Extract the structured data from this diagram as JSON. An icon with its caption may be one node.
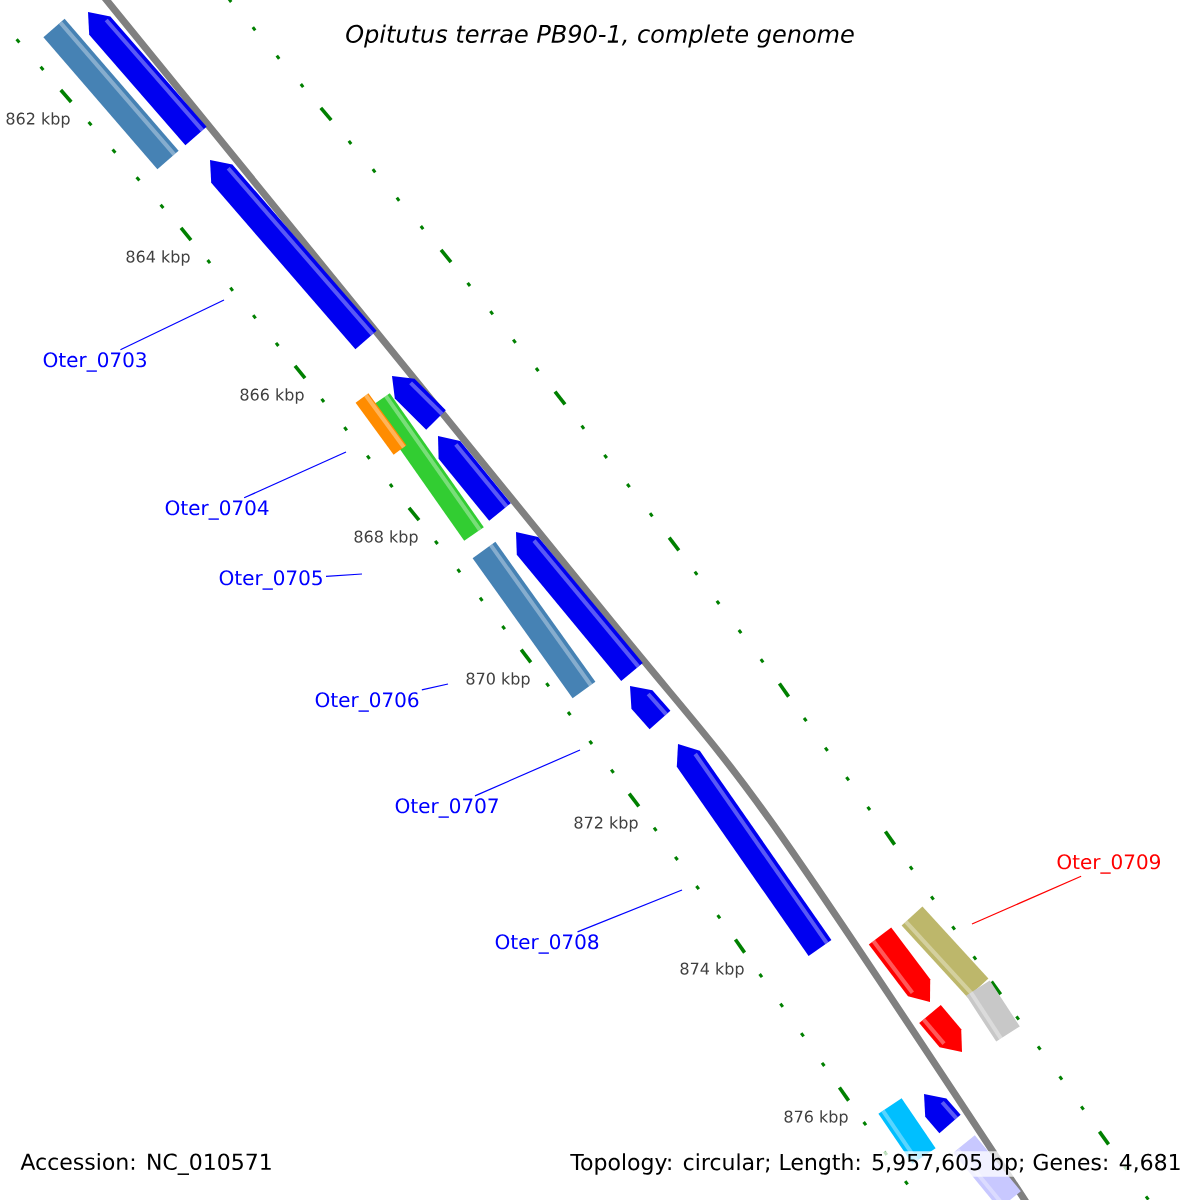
{
  "diagram": {
    "title": "Opitutus terrae PB90-1, complete genome",
    "nodes": [
      {
        "text": [
          "Oter_0703"
        ]
      },
      {
        "text": [
          "Oter_0704"
        ]
      },
      {
        "text": [
          "Oter_0705"
        ]
      },
      {
        "text": [
          "Oter_0706"
        ]
      },
      {
        "text": [
          "Oter_0707"
        ]
      },
      {
        "text": [
          "Oter_0708"
        ]
      },
      {
        "text": [
          "Oter_0709"
        ]
      }
    ],
    "edges": [
      {
        "from": 0,
        "to": null,
        "arrow": "none"
      },
      {
        "from": 1,
        "to": null,
        "arrow": "none"
      },
      {
        "from": 2,
        "to": null,
        "arrow": "none"
      },
      {
        "from": 3,
        "to": null,
        "arrow": "none"
      },
      {
        "from": 4,
        "to": null,
        "arrow": "none"
      },
      {
        "from": 5,
        "to": null,
        "arrow": "none"
      },
      {
        "from": 6,
        "to": null,
        "arrow": "none",
        "color": "#ff0000"
      }
    ],
    "labels": [
      "862 kbp",
      "864 kbp",
      "866 kbp",
      "868 kbp",
      "870 kbp",
      "872 kbp",
      "874 kbp",
      "876 kbp",
      "Accession: NC_010571",
      "Topology: circular; Length: 5,957,605 bp; Genes: 4,681"
    ]
  }
}
